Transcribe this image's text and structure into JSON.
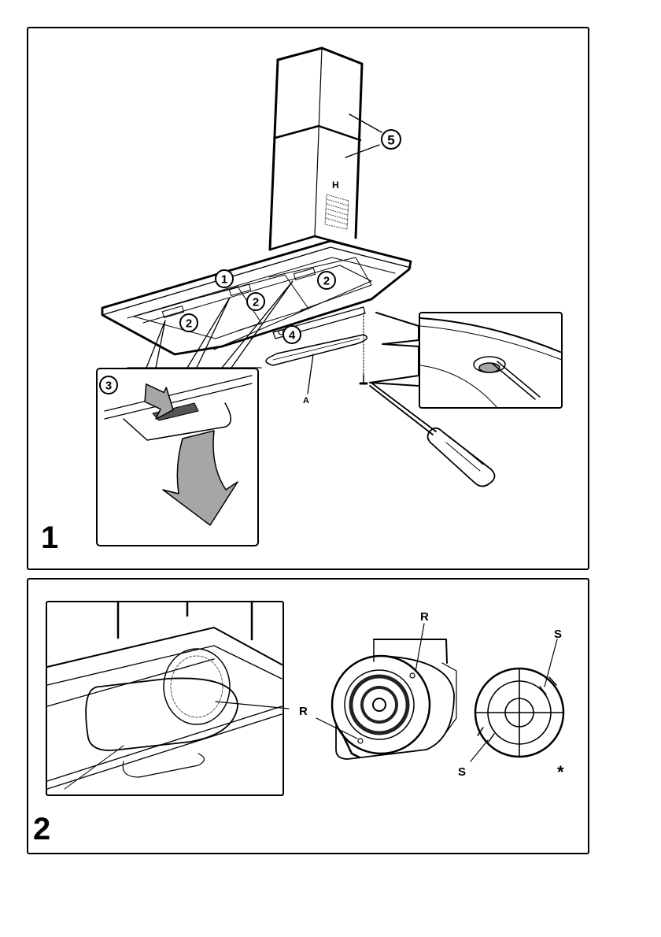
{
  "document": {
    "type": "installation-instructions",
    "figures": [
      {
        "id": "figure-1",
        "step_number": "1",
        "callouts": [
          "1",
          "2",
          "2",
          "2",
          "3",
          "4",
          "5"
        ],
        "letter_labels": [
          "H",
          "A"
        ],
        "components": [
          "chimney-duct",
          "hood-canopy",
          "grease-filters",
          "filter-release-tab",
          "light-cover",
          "screw",
          "screwdriver"
        ]
      },
      {
        "id": "figure-2",
        "step_number": "2",
        "letter_labels": [
          "R",
          "R",
          "S",
          "S"
        ],
        "symbol": "*",
        "components": [
          "motor-blower-installed",
          "motor-blower",
          "carbon-filter"
        ]
      }
    ]
  },
  "labels": {
    "c1": "1",
    "c2": "2",
    "c3": "3",
    "c4": "4",
    "c5": "5",
    "h": "H",
    "a": "A",
    "r": "R",
    "s": "S",
    "star": "*",
    "step1": "1",
    "step2": "2"
  },
  "colors": {
    "line": "#000000",
    "arrow_fill": "#a6a6a6",
    "light_gray": "#bdbdbd"
  }
}
